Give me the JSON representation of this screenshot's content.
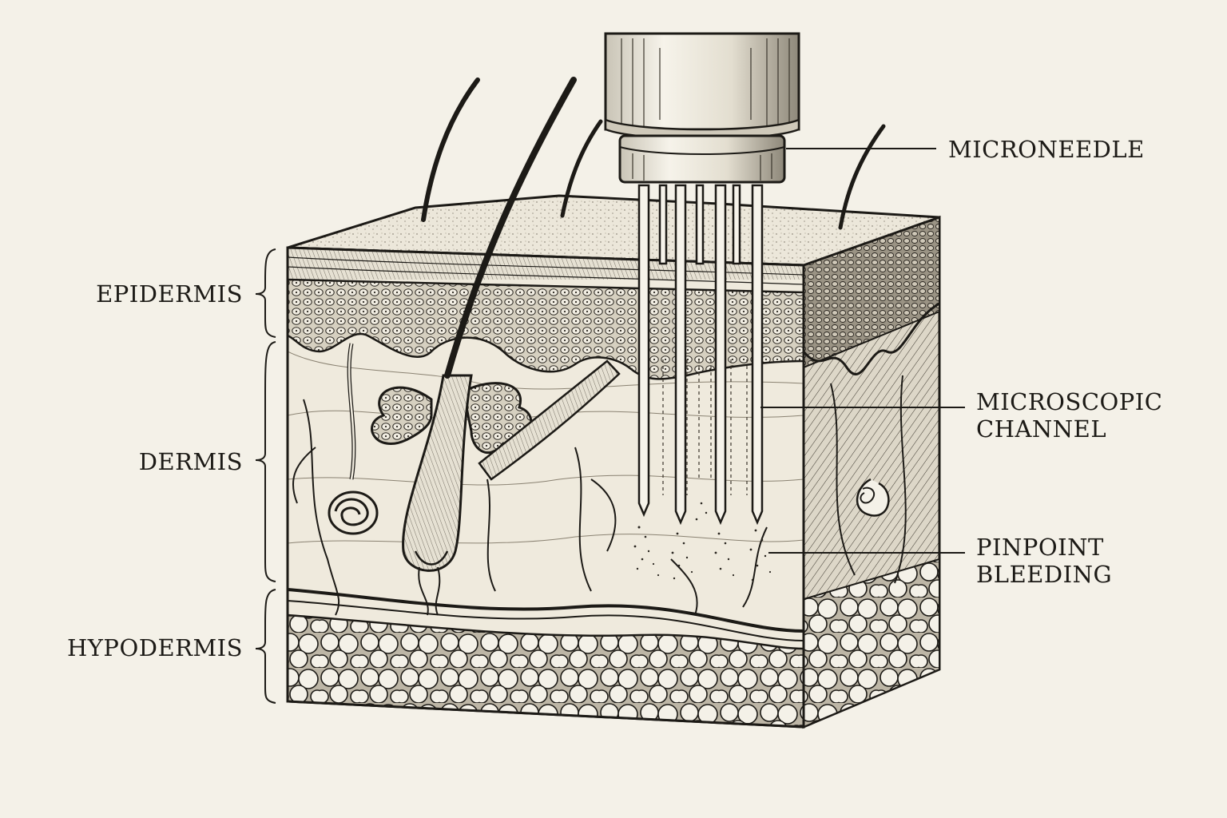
{
  "labels": {
    "epidermis": "EPIDERMIS",
    "dermis": "DERMIS",
    "hypodermis": "HYPODERMIS",
    "microneedle": "MICRONEEDLE",
    "microscopic_channel": [
      "MICROSCOPIC",
      "CHANNEL"
    ],
    "pinpoint_bleeding": [
      "PINPOINT",
      "BLEEDING"
    ]
  },
  "colors": {
    "background": "#f4f1e8",
    "ink": "#1c1a16",
    "paper_shade": "#e9e4d6"
  }
}
